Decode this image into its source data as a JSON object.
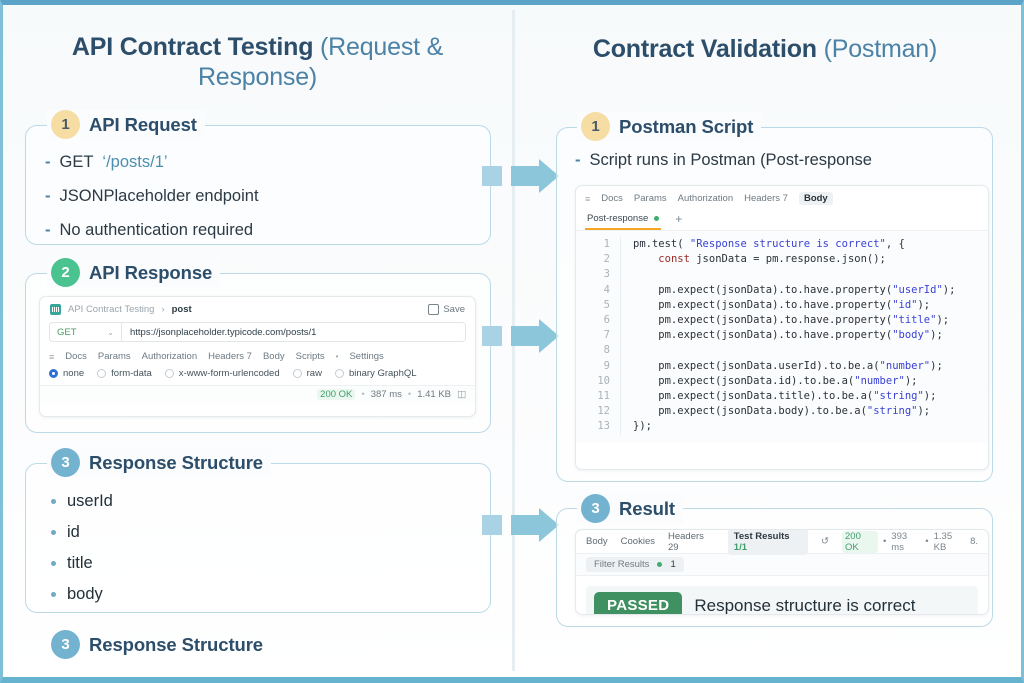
{
  "colors": {
    "page_border": "#5ba4c7",
    "heading": "#2d4e6b",
    "heading_soft": "#4b82a6",
    "card_border": "#bcd9e6",
    "arrow": "#8cc6da",
    "badge_amber": "#f6dda4",
    "badge_green": "#4bc391",
    "badge_blue": "#74b3cf",
    "pass_green": "#3f9161",
    "status_ok": "#3f9e6a",
    "code_string": "#3a41d4",
    "code_keyword": "#9a2a2a"
  },
  "left": {
    "title_strong": "API Contract Testing",
    "title_soft": "(Request & Response)",
    "cards": [
      {
        "number": "1",
        "title": "API Request",
        "bullets": [
          {
            "dash": "-",
            "text": "GET",
            "path": "‘/posts/1’"
          },
          {
            "dash": "-",
            "text": "JSONPlaceholder endpoint",
            "path": ""
          },
          {
            "dash": "-",
            "text": "No authentication required",
            "path": ""
          }
        ]
      },
      {
        "number": "2",
        "title": "API Response"
      },
      {
        "number": "3",
        "title": "Response Structure",
        "fields": [
          "userId",
          "id",
          "title",
          "body"
        ]
      }
    ],
    "trailing": {
      "number": "3",
      "title": "Response Structure"
    },
    "postman_request": {
      "workspace": "API Contract Testing",
      "chevron": "›",
      "request_name": "post",
      "save_label": "Save",
      "method": "GET",
      "method_chevron": "⌄",
      "url": "https://jsonplaceholder.typicode.com/posts/1",
      "tabs": [
        "Docs",
        "Params",
        "Authorization",
        "Headers 7",
        "Body",
        "Scripts",
        "Settings"
      ],
      "scripts_dot": "•",
      "body_options": [
        "none",
        "form-data",
        "x-www-form-urlencoded",
        "raw",
        "binary GraphQL"
      ],
      "body_selected": "none",
      "status_code": "200 OK",
      "status_sep": "•",
      "status_time": "387 ms",
      "status_size": "1.41 KB"
    }
  },
  "right": {
    "title_strong": "Contract Validation",
    "title_soft": "(Postman)",
    "cards": [
      {
        "number": "1",
        "title": "Postman Script",
        "bullet": {
          "dash": "-",
          "text": "Script runs in Postman (Post-response"
        }
      },
      {
        "number": "3",
        "title": "Result"
      }
    ],
    "editor": {
      "tabs": [
        "Docs",
        "Params",
        "Authorization",
        "Headers 7",
        "Body"
      ],
      "active_tab": "Body",
      "subtab": "Post-response",
      "subtab_dot": "●",
      "add_tab": "+",
      "lines": [
        {
          "no": "1",
          "segments": [
            {
              "t": "pm.test( ",
              "c": "plain"
            },
            {
              "t": "\"Response structure is correct\"",
              "c": "str"
            },
            {
              "t": ", {",
              "c": "plain"
            }
          ]
        },
        {
          "no": "2",
          "segments": [
            {
              "t": "    ",
              "c": "plain"
            },
            {
              "t": "const",
              "c": "kw"
            },
            {
              "t": " jsonData = pm.response.json();",
              "c": "plain"
            }
          ]
        },
        {
          "no": "3",
          "segments": [
            {
              "t": "",
              "c": "plain"
            }
          ]
        },
        {
          "no": "4",
          "segments": [
            {
              "t": "    pm.expect(jsonData).to.have.property(",
              "c": "plain"
            },
            {
              "t": "\"userId\"",
              "c": "str"
            },
            {
              "t": ");",
              "c": "plain"
            }
          ]
        },
        {
          "no": "5",
          "segments": [
            {
              "t": "    pm.expect(jsonData).to.have.property(",
              "c": "plain"
            },
            {
              "t": "\"id\"",
              "c": "str"
            },
            {
              "t": ");",
              "c": "plain"
            }
          ]
        },
        {
          "no": "6",
          "segments": [
            {
              "t": "    pm.expect(jsonData).to.have.property(",
              "c": "plain"
            },
            {
              "t": "\"title\"",
              "c": "str"
            },
            {
              "t": ");",
              "c": "plain"
            }
          ]
        },
        {
          "no": "7",
          "segments": [
            {
              "t": "    pm.expect(jsonData).to.have.property(",
              "c": "plain"
            },
            {
              "t": "\"body\"",
              "c": "str"
            },
            {
              "t": ");",
              "c": "plain"
            }
          ]
        },
        {
          "no": "8",
          "segments": [
            {
              "t": "",
              "c": "plain"
            }
          ]
        },
        {
          "no": "9",
          "segments": [
            {
              "t": "    pm.expect(jsonData.userId).to.be.a(",
              "c": "plain"
            },
            {
              "t": "\"number\"",
              "c": "str"
            },
            {
              "t": ");",
              "c": "plain"
            }
          ]
        },
        {
          "no": "10",
          "segments": [
            {
              "t": "    pm.expect(jsonData.id).to.be.a(",
              "c": "plain"
            },
            {
              "t": "\"number\"",
              "c": "str"
            },
            {
              "t": ");",
              "c": "plain"
            }
          ]
        },
        {
          "no": "11",
          "segments": [
            {
              "t": "    pm.expect(jsonData.title).to.be.a(",
              "c": "plain"
            },
            {
              "t": "\"string\"",
              "c": "str"
            },
            {
              "t": ");",
              "c": "plain"
            }
          ]
        },
        {
          "no": "12",
          "segments": [
            {
              "t": "    pm.expect(jsonData.body).to.be.a(",
              "c": "plain"
            },
            {
              "t": "\"string\"",
              "c": "str"
            },
            {
              "t": ");",
              "c": "plain"
            }
          ]
        },
        {
          "no": "13",
          "segments": [
            {
              "t": "});",
              "c": "plain"
            }
          ]
        }
      ]
    },
    "result": {
      "tabs": [
        "Body",
        "Cookies",
        "Headers 29"
      ],
      "active_tab": "Test Results",
      "active_count": "1/1",
      "history_icon": "↺",
      "status_code": "200 OK",
      "status_sep": "•",
      "status_time": "393 ms",
      "status_size": "1.35 KB",
      "status_extra": "8.",
      "filter_label": "Filter Results",
      "filter_dot": "●",
      "filter_count": "1",
      "pass_label": "PASSED",
      "test_name": "Response structure is correct"
    }
  }
}
